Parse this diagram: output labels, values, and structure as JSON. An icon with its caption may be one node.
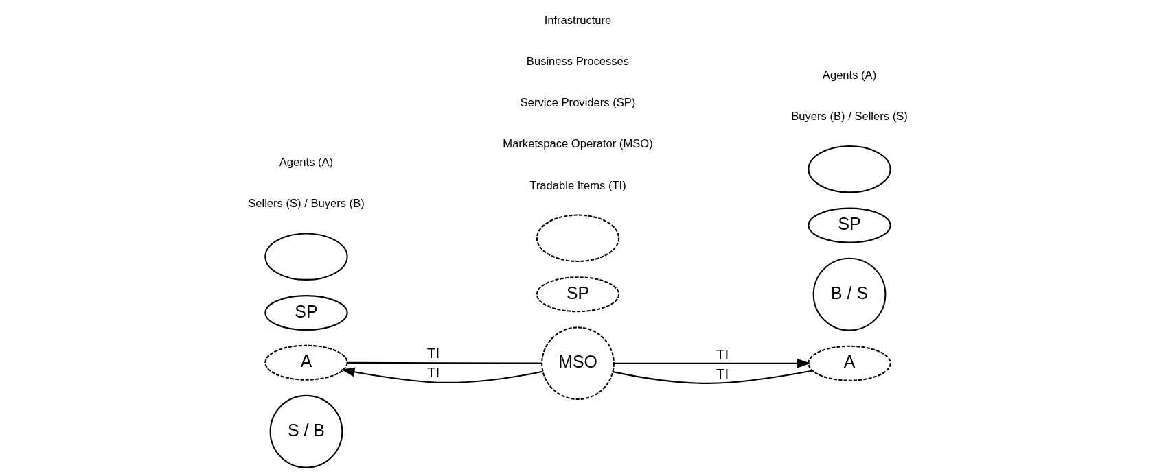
{
  "diagram": {
    "nodes": [
      {
        "text": [
          "S / B"
        ]
      },
      {
        "text": [
          "A"
        ]
      },
      {
        "text": [
          "SP"
        ]
      },
      {
        "text": [],
        "shape": "ellipse"
      },
      {
        "text": [
          "MSO"
        ]
      },
      {
        "text": [
          "SP"
        ]
      },
      {
        "text": [],
        "shape": "ellipse"
      },
      {
        "text": [
          "A"
        ]
      },
      {
        "text": [
          "B / S"
        ]
      },
      {
        "text": [
          "SP"
        ]
      },
      {
        "text": [],
        "shape": "ellipse"
      }
    ],
    "edges": [
      {
        "from": 4,
        "to": 1,
        "arrow": "none",
        "label": "TI"
      },
      {
        "from": 4,
        "to": 1,
        "arrow": "to",
        "label": "TI"
      },
      {
        "from": 4,
        "to": 7,
        "arrow": "to",
        "label": "TI"
      },
      {
        "from": 4,
        "to": 7,
        "arrow": "none",
        "label": "TI"
      }
    ],
    "labels": [
      "Sellers (S) / Buyers (B)",
      "Tradable Items (TI)",
      "Buyers (B) / Sellers (S)",
      "Agents (A)",
      "Marketspace Operator (MSO)",
      "Agents (A)",
      "Service Providers (SP)",
      "Business Processes",
      "Infrastructure"
    ]
  }
}
